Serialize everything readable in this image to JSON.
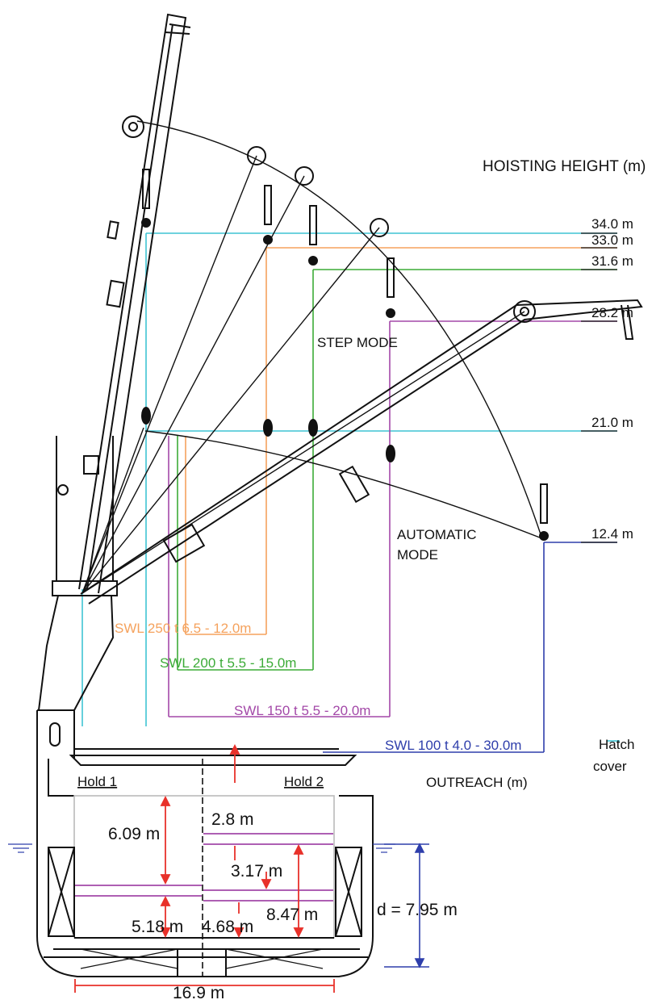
{
  "labels": {
    "hoisting_height": "HOISTING HEIGHT (m)",
    "step_mode": "STEP MODE",
    "automatic_mode_1": "AUTOMATIC",
    "automatic_mode_2": "MODE",
    "outreach": "OUTREACH (m)",
    "hatch_cover_1": "Hatch",
    "hatch_cover_2": "cover",
    "hold_1": "Hold 1",
    "hold_2": "Hold 2"
  },
  "heights": {
    "h34": "34.0 m",
    "h33": "33.0 m",
    "h316": "31.6 m",
    "h282": "28.2 m",
    "h21": "21.0 m",
    "h124": "12.4 m"
  },
  "swl": {
    "swl250": "SWL 250 t  6.5 - 12.0m",
    "swl200": "SWL 200 t  5.5 - 15.0m",
    "swl150": "SWL 150 t  5.5 - 20.0m",
    "swl100": "SWL 100 t  4.0 - 30.0m"
  },
  "dimensions": {
    "d28": "2.8 m",
    "d609": "6.09 m",
    "d317": "3.17 m",
    "d847": "8.47 m",
    "d518": "5.18 m",
    "d468": "4.68 m",
    "draft": "d = 7.95 m",
    "beam": "16.9 m"
  },
  "colors": {
    "swl250": "#f5a25d",
    "swl200": "#3cab37",
    "swl150": "#a348a8",
    "swl100": "#2e3eab",
    "hatch": "#3fc4d4",
    "dimension": "#e8312a",
    "structure": "#111111"
  }
}
